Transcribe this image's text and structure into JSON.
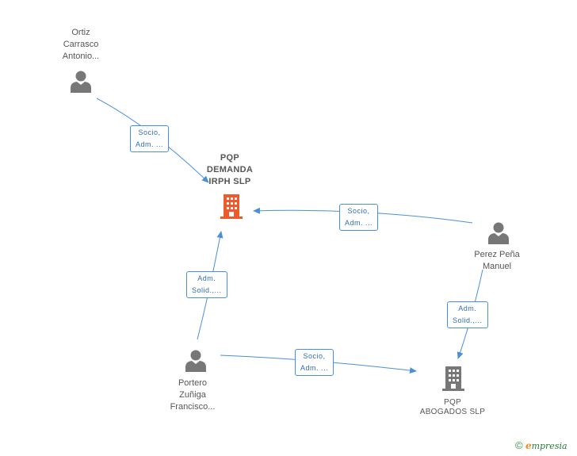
{
  "colors": {
    "edge": "#4a90d9",
    "person_icon": "#777777",
    "company_main_icon": "#ee5a2c",
    "company_icon": "#777777"
  },
  "nodes": {
    "ortiz": {
      "lines": [
        "Ortiz",
        "Carrasco",
        "Antonio..."
      ],
      "icon": "person-icon"
    },
    "pqp_demanda": {
      "lines": [
        "PQP",
        "DEMANDA",
        "IRPH SLP"
      ],
      "icon": "building-icon"
    },
    "perez": {
      "lines": [
        "Perez Peña",
        "Manuel"
      ],
      "icon": "person-icon"
    },
    "portero": {
      "lines": [
        "Portero",
        "Zuñiga",
        "Francisco..."
      ],
      "icon": "person-icon"
    },
    "pqp_abogados": {
      "lines": [
        "PQP",
        "ABOGADOS SLP"
      ],
      "icon": "building-icon"
    }
  },
  "edges": {
    "ortiz_demanda": [
      "Socio,",
      "Adm. ..."
    ],
    "perez_demanda": [
      "Socio,",
      "Adm. ..."
    ],
    "portero_demanda": [
      "Adm.",
      "Solid.,..."
    ],
    "perez_abogados": [
      "Adm.",
      "Solid.,..."
    ],
    "portero_abogados": [
      "Socio,",
      "Adm. ..."
    ]
  },
  "footer": {
    "copyright": "©",
    "brand_initial": "e",
    "brand_rest": "mpresia"
  }
}
